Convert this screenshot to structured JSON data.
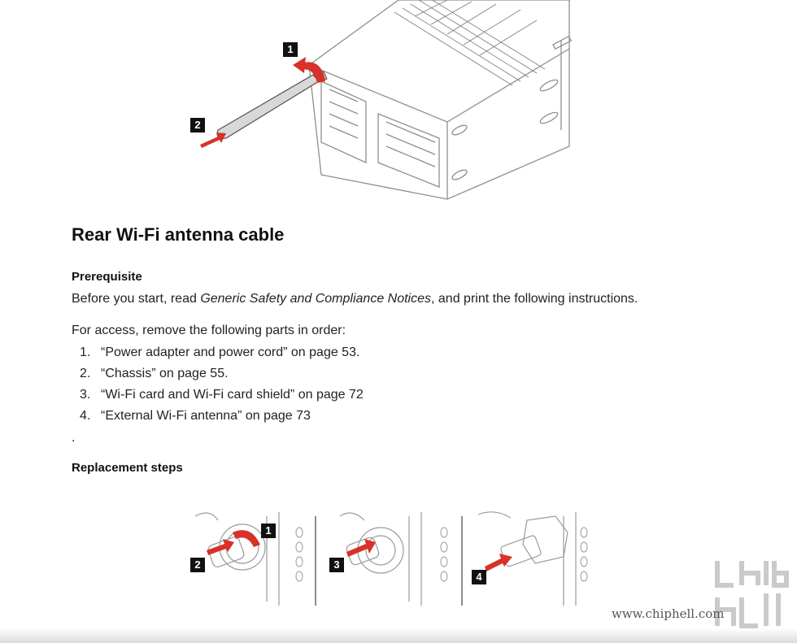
{
  "figure_top": {
    "badges": [
      "1",
      "2"
    ]
  },
  "section": {
    "title": "Rear Wi-Fi antenna cable"
  },
  "prerequisite": {
    "heading": "Prerequisite",
    "intro_before": "Before you start, read ",
    "intro_doc": "Generic Safety and Compliance Notices",
    "intro_after": ", and print the following instructions.",
    "access_intro": "For access, remove the following parts in order:",
    "items": [
      {
        "num": "1.",
        "text": "“Power adapter and power cord” on page 53."
      },
      {
        "num": "2.",
        "text": "“Chassis” on page 55."
      },
      {
        "num": "3.",
        "text": "“Wi-Fi card and Wi-Fi card shield” on page 72"
      },
      {
        "num": "4.",
        "text": "“External Wi-Fi antenna” on page 73"
      }
    ],
    "trailing": "."
  },
  "replacement": {
    "heading": "Replacement steps"
  },
  "figure_bottom": {
    "badges": [
      "1",
      "2",
      "3",
      "4"
    ]
  },
  "watermark": {
    "text": "www.chiphell.com",
    "logo": "chip hell"
  },
  "colors": {
    "accent_arrow": "#d8312a",
    "line": "#9a9a9a"
  }
}
